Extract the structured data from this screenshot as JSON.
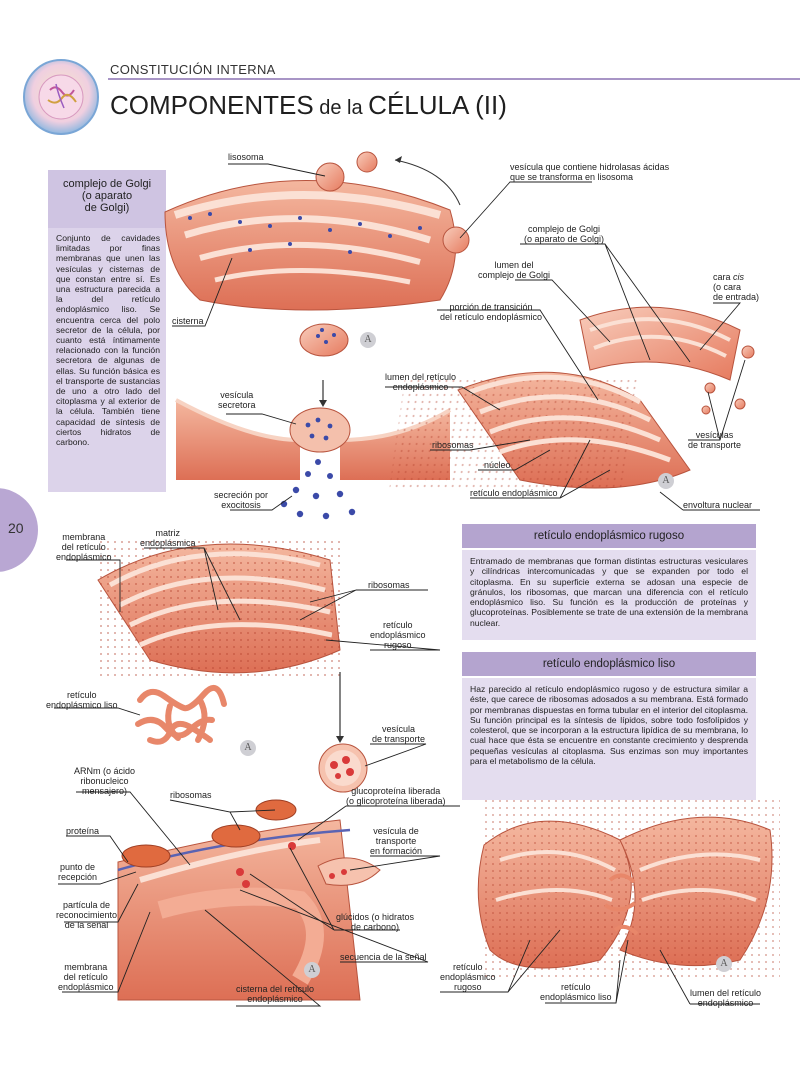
{
  "header": {
    "section": "CONSTITUCIÓN INTERNA",
    "title_a": "COMPONENTES",
    "title_b": " de la ",
    "title_c": "CÉLULA (II)"
  },
  "page_number": "20",
  "badge": "A",
  "golgi_panel": {
    "title": "complejo de Golgi\n(o aparato\nde Golgi)",
    "body": "Conjunto de cavidades limitadas por finas membranas que unen las vesículas y cisternas de que constan entre sí. Es una estructura parecida a la del retículo endoplásmico liso. Se encuentra cerca del polo secretor de la célula, por cuanto está íntimamente relacionado con la función secretora de algunas de ellas. Su función básica es el transporte de sustancias de uno a otro lado del citoplasma y al exterior de la célula. También tiene capacidad de síntesis de ciertos hidratos de carbono."
  },
  "rough_panel": {
    "title": "retículo endoplásmico rugoso",
    "body": "Entramado de membranas que forman distintas estructuras vesiculares y cilíndricas intercomunicadas y que se expanden por todo el citoplasma. En su superficie externa se adosan una especie de gránulos, los ribosomas, que marcan una diferencia con el retículo endoplásmico liso. Su función es la producción de proteínas y glucoproteínas. Posiblemente se trate de una extensión de la membrana nuclear."
  },
  "smooth_panel": {
    "title": "retículo endoplásmico liso",
    "body": "Haz parecido al retículo endoplásmico rugoso y de estructura similar a éste, que carece de ribosomas adosados a su membrana. Está formado por membranas dispuestas en forma tubular en el interior del citoplasma. Su función principal es la síntesis de lípidos, sobre todo fosfolípidos y colesterol, que se incorporan a la estructura lipídica de su membrana, lo cual hace que ésta se encuentre en constante crecimiento y desprenda pequeñas vesículas al citoplasma. Sus enzimas son muy importantes para el metabolismo de la célula."
  },
  "labels": {
    "lisosoma": "lisosoma",
    "vesicula_hidrolasas": "vesícula que contiene hidrolasas ácidas\nque se transforma en lisosoma",
    "cisterna": "cisterna",
    "vesicula_secretora": "vesícula\nsecretora",
    "secrecion": "secreción por\nexocitosis",
    "golgi_right": "complejo de Golgi\n(o aparato de Golgi)",
    "lumen_golgi": "lumen del\ncomplejo de Golgi",
    "cara_cis_a": "cara ",
    "cara_cis_b": "cis",
    "cara_cis_c": "(o cara\nde entrada)",
    "porcion_transicion": "porción de transición\ndel retículo endoplásmico",
    "lumen_reticulo": "lumen del retículo\nendoplásmico",
    "ribosomas_1": "ribosomas",
    "vesiculas_transporte": "vesículas\nde transporte",
    "nucleo": "núcleo",
    "reticulo_1": "retículo endoplásmico",
    "envoltura": "envoltura nuclear",
    "membrana_ret_1": "membrana\ndel retículo\nendoplásmico",
    "matriz": "matriz\nendoplásmica",
    "ribosomas_2": "ribosomas",
    "reticulo_rugoso": "retículo\nendoplásmico\nrugoso",
    "reticulo_liso": "retículo\nendoplásmico liso",
    "vesicula_transporte": "vesícula\nde transporte",
    "arnm": "ARNm (o ácido\nribonucleico\nmensajero)",
    "ribosomas_3": "ribosomas",
    "glucoproteina": "glucoproteína liberada\n(o glicoproteína liberada)",
    "proteina": "proteína",
    "vesicula_formacion": "vesícula de\ntransporte\nen formación",
    "punto_recepcion": "punto de\nrecepción",
    "particula": "partícula de\nreconocimiento\nde la señal",
    "glucidos": "glúcidos (o hidratos\nde carbono)",
    "secuencia": "secuencia de la señal",
    "membrana_ret_2": "membrana\ndel retículo\nendoplásmico",
    "cisterna_ret": "cisterna del retículo\nendoplásmico",
    "ret_rugoso_b": "retículo\nendoplásmico\nrugoso",
    "ret_liso_b": "retículo\nendoplásmico liso",
    "lumen_ret_b": "lumen del retículo\nendoplásmico"
  },
  "colors": {
    "accent_purple": "#b4a4cf",
    "panel_light": "#e4ddef",
    "organelle": "#e8876a",
    "organelle_light": "#f6c2ae",
    "vesicle_dot": "#3b4aa8"
  }
}
